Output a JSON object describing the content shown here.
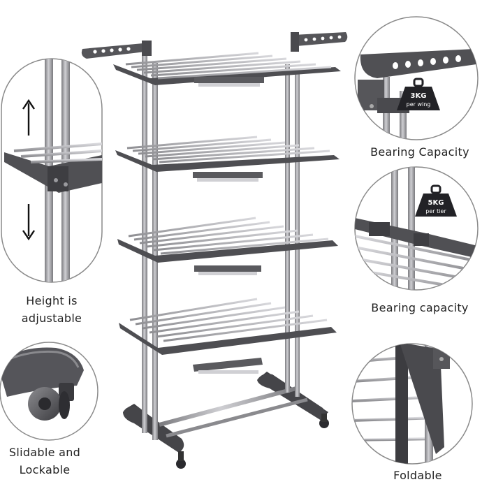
{
  "features": {
    "height": {
      "line1": "Height is",
      "line2": "adjustable"
    },
    "wheels": {
      "line1": "Slidable and",
      "line2": "Lockable"
    },
    "wing": {
      "label": "Bearing Capacity",
      "weight": "3KG",
      "unit": "per wing"
    },
    "tier": {
      "label": "Bearing capacity",
      "weight": "5KG",
      "unit": "per tier"
    },
    "fold": {
      "label": "Foldable"
    }
  },
  "icons": [
    "arrow-up-icon",
    "arrow-down-icon",
    "weight-icon",
    "weight-icon"
  ],
  "colors": {
    "frame": "#5a5a5e",
    "rail": "#b4b4b8",
    "pole": "#9a9a9e",
    "lens_border": "#8a8a8a"
  }
}
